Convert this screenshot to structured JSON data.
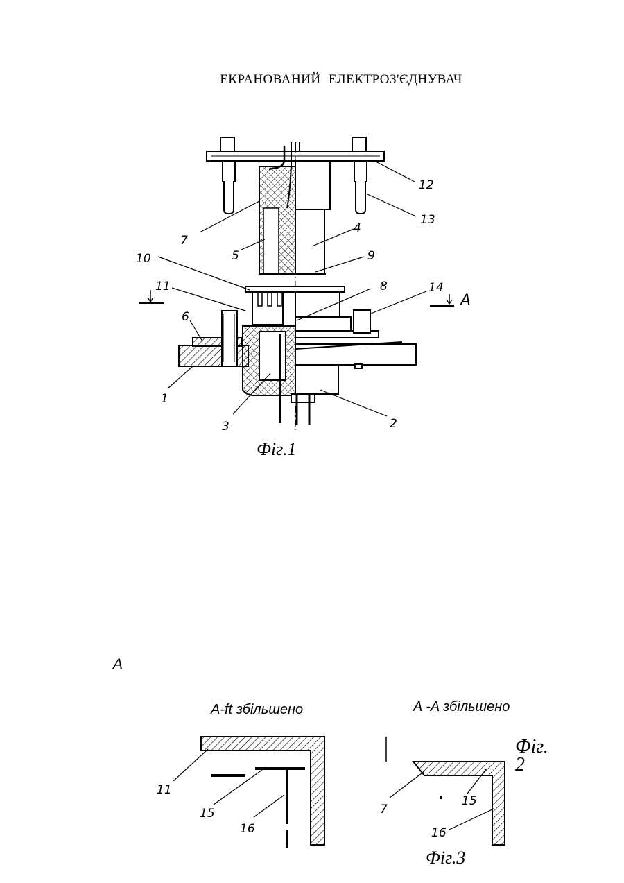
{
  "title": "ЕКРАНОВАНИЙ   ЕЛЕКТРОЗ'ЄДНУВАЧ",
  "fig1": {
    "caption": "Фіг.1",
    "callouts": [
      "1",
      "2",
      "3",
      "4",
      "5",
      "6",
      "7",
      "8",
      "9",
      "10",
      "11",
      "12",
      "13",
      "14"
    ],
    "section_letter": "A"
  },
  "standalone_letter": "A",
  "view_left": {
    "label": "A-ft збільшено",
    "callouts": [
      "11",
      "15",
      "16"
    ]
  },
  "view_right": {
    "label": "A -A збільшено",
    "callouts": [
      "7",
      "15",
      "16"
    ],
    "caption": "Фіг.3"
  },
  "fig2_label_line1": "Фіг.",
  "fig2_label_line2": "2"
}
